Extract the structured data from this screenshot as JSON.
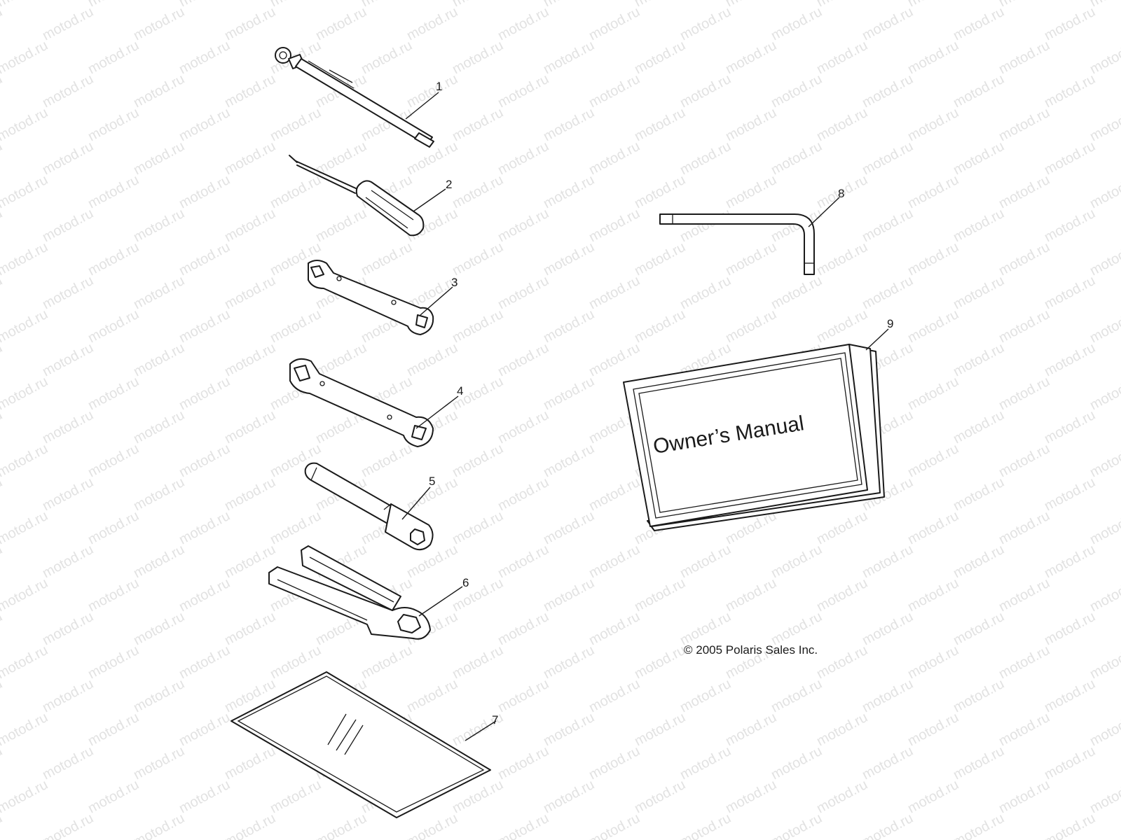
{
  "watermark": "motod.ru",
  "parts": [
    {
      "id": "tire-gauge",
      "label": "1"
    },
    {
      "id": "screwdriver",
      "label": "2"
    },
    {
      "id": "wrench-small",
      "label": "3"
    },
    {
      "id": "wrench-large",
      "label": "4"
    },
    {
      "id": "spark-plug-socket",
      "label": "5"
    },
    {
      "id": "spanner-bracket",
      "label": "6"
    },
    {
      "id": "tool-bag",
      "label": "7"
    },
    {
      "id": "hex-key",
      "label": "8"
    },
    {
      "id": "owners-manual",
      "label": "9"
    }
  ],
  "manual_cover_text": "Owner’s Manual",
  "copyright": "© 2005 Polaris Sales Inc."
}
